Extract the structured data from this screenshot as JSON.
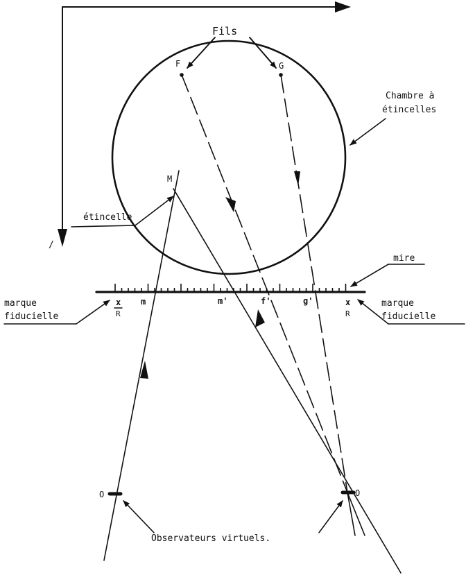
{
  "labels": {
    "fils": "Fils",
    "wire_f": "F",
    "wire_g": "G",
    "chambre_line1": "Chambre à",
    "chambre_line2": "étincelles",
    "etincelle": "étincelle",
    "point_m_upper": "M",
    "mire": "mire",
    "marque_left_line1": "marque",
    "marque_left_line2": "fiducielle",
    "marque_right_line1": "marque",
    "marque_right_line2": "fiducielle",
    "x_left": "x",
    "r_left": "R",
    "x_right": "x",
    "r_right": "R",
    "m": "m",
    "m_prime": "m'",
    "f_prime": "f'",
    "g_prime": "g'",
    "o_left": "O",
    "o_right": "O",
    "observateurs": "Observateurs virtuels.",
    "slash_mark": "/"
  }
}
